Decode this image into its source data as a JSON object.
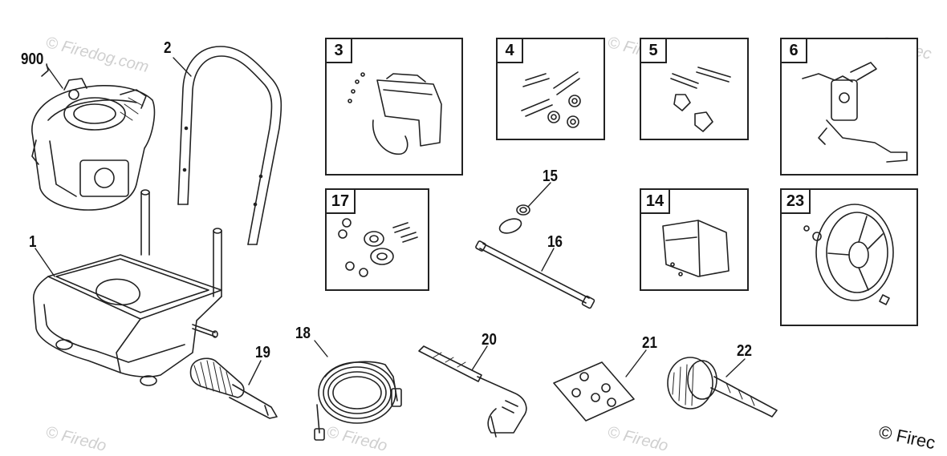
{
  "parts": {
    "p900": "900",
    "p2": "2",
    "p1": "1",
    "p19": "19",
    "p18": "18",
    "p20": "20",
    "p21": "21",
    "p22": "22",
    "p15": "15",
    "p16": "16"
  },
  "boxes": {
    "b3": "3",
    "b4": "4",
    "b5": "5",
    "b6": "6",
    "b17": "17",
    "b14": "14",
    "b23": "23"
  },
  "watermark": {
    "text": "© Firedog.com",
    "partial": "© Firedo",
    "short": "© Firec",
    "corner": "© Firec"
  }
}
